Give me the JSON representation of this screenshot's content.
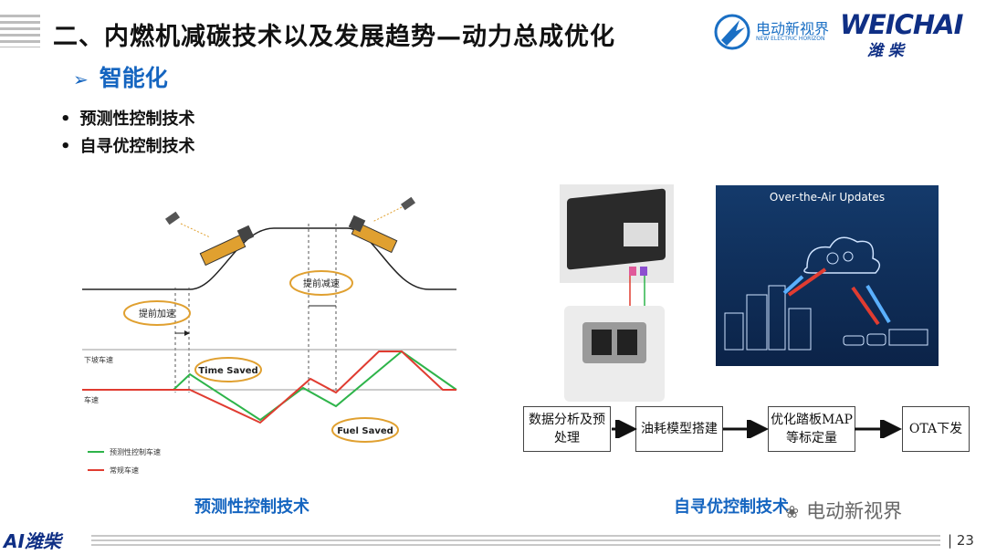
{
  "header": {
    "title": "二、内燃机减碳技术以及发展趋势—动力总成优化",
    "logo_cn": "电动新视界",
    "logo_en": "NEW ELECTRIC HORIZON",
    "brand": "WEICHAI",
    "brand_cn": "潍 柴"
  },
  "section": {
    "subtitle": "智能化",
    "bullets": [
      "预测性控制技术",
      "自寻优控制技术"
    ]
  },
  "left_diagram": {
    "label_accel": "提前加速",
    "label_decel": "提前减速",
    "ylabel_top": "下坡车速",
    "ylabel_speed": "车速",
    "time_saved": "Time Saved",
    "fuel_saved": "Fuel Saved",
    "legend_pred": "预测性控制车速",
    "legend_normal": "常规车速",
    "caption": "预测性控制技术"
  },
  "right_diagram": {
    "ota_title": "Over-the-Air Updates",
    "flow": [
      "数据分析及预处理",
      "油耗模型搭建",
      "优化踏板MAP等标定量",
      "OTA下发"
    ],
    "caption": "自寻优控制技术"
  },
  "footer": {
    "logo": "AI潍柴",
    "watermark": "电动新视界",
    "page": "23"
  },
  "colors": {
    "accent_blue": "#1565c0",
    "green_line": "#2eb44a",
    "red_line": "#e03c31"
  }
}
